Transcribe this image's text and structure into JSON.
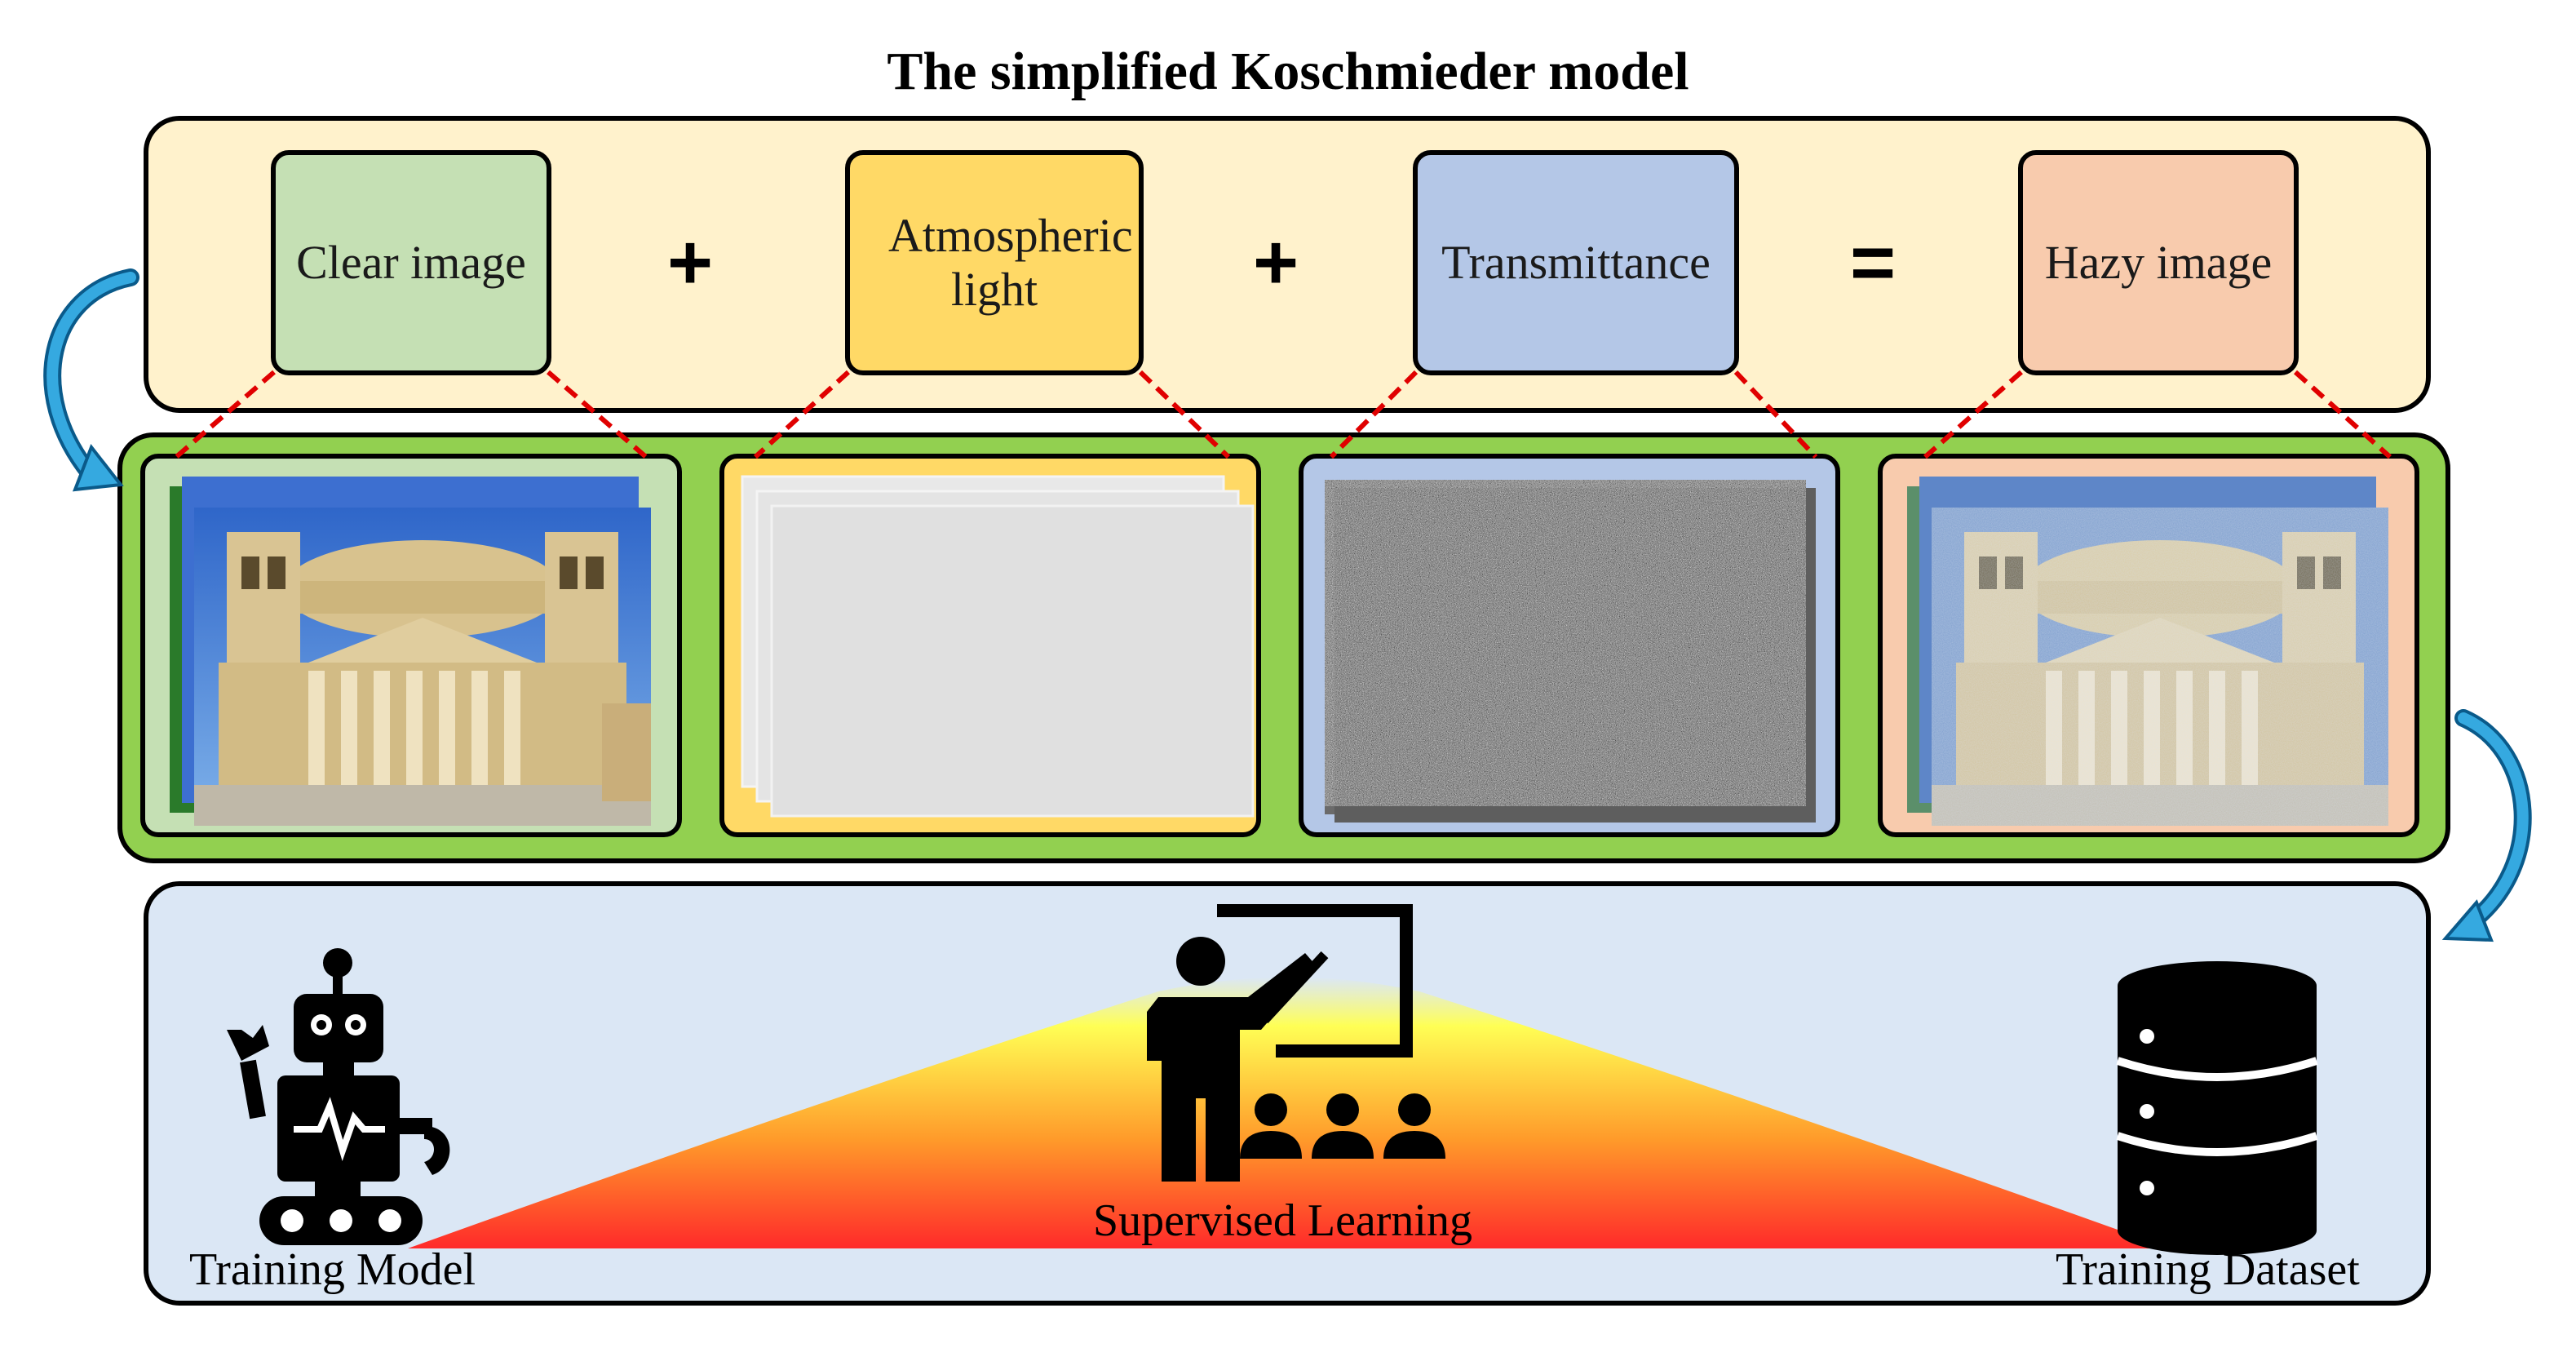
{
  "title": "The simplified Koschmieder model",
  "formula": {
    "terms": [
      {
        "label": "Clear image",
        "color": "#c5e0b4"
      },
      {
        "label": "Atmospheric light",
        "color": "#ffd966"
      },
      {
        "label": "Transmittance",
        "color": "#b4c7e7"
      },
      {
        "label": "Hazy image",
        "color": "#f8cbad"
      }
    ],
    "operators": [
      "+",
      "+",
      "="
    ]
  },
  "images": {
    "panel_color": "#92d050",
    "cards": [
      {
        "name": "clear-image-stack",
        "color": "#c5e0b4"
      },
      {
        "name": "atmospheric-light-stack",
        "color": "#ffd966"
      },
      {
        "name": "transmittance-stack",
        "color": "#b4c7e7"
      },
      {
        "name": "hazy-image-stack",
        "color": "#f8cbad"
      }
    ]
  },
  "learning": {
    "model_label": "Training Model",
    "process_label": "Supervised Learning",
    "dataset_label": "Training Dataset",
    "icons": [
      "robot-icon",
      "teacher-icon",
      "database-icon"
    ]
  },
  "colors": {
    "connector": "#e00000",
    "arrow": "#2e9bd6",
    "gradient_top": "#ffff66",
    "gradient_bottom": "#ff2a2a"
  }
}
